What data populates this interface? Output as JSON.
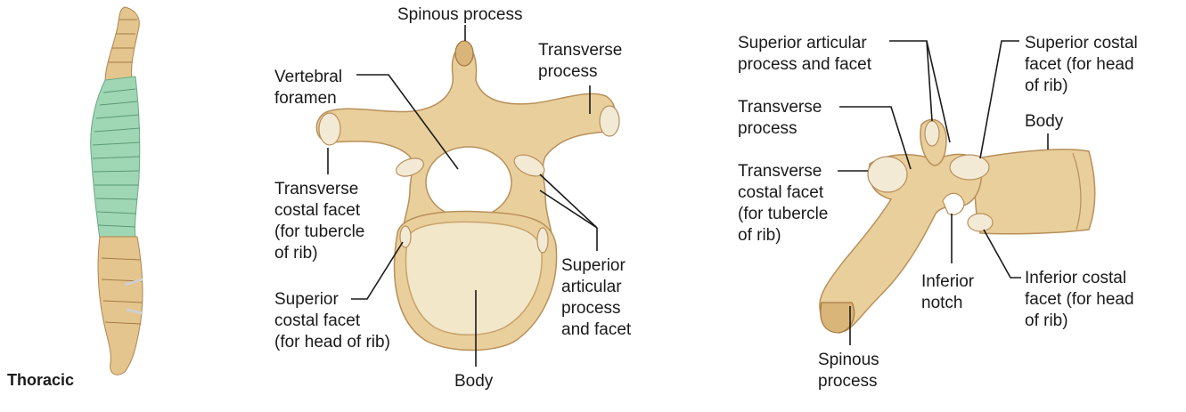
{
  "spine": {
    "caption": "Thoracic",
    "highlight_color": "#9fd6b4",
    "bone_color": "#e9cf9c"
  },
  "superior_view": {
    "spinous_process": "Spinous process",
    "transverse_process": [
      "Transverse",
      "process"
    ],
    "vertebral_foramen": [
      "Vertebral",
      "foramen"
    ],
    "transverse_costal_facet": [
      "Transverse",
      "costal facet",
      "(for tubercle",
      "of rib)"
    ],
    "superior_costal_facet": [
      "Superior",
      "costal facet",
      "(for head of rib)"
    ],
    "superior_articular_process": [
      "Superior",
      "articular",
      "process",
      "and facet"
    ],
    "body": "Body"
  },
  "lateral_view": {
    "superior_articular_process": [
      "Superior articular",
      "process and facet"
    ],
    "superior_costal_facet": [
      "Superior costal",
      "facet (for head",
      "of rib)"
    ],
    "transverse_process": [
      "Transverse",
      "process"
    ],
    "body": "Body",
    "transverse_costal_facet": [
      "Transverse",
      "costal facet",
      "(for tubercle",
      "of rib)"
    ],
    "inferior_notch": [
      "Inferior",
      "notch"
    ],
    "inferior_costal_facet": [
      "Inferior costal",
      "facet (for head",
      "of rib)"
    ],
    "spinous_process": [
      "Spinous",
      "process"
    ]
  }
}
